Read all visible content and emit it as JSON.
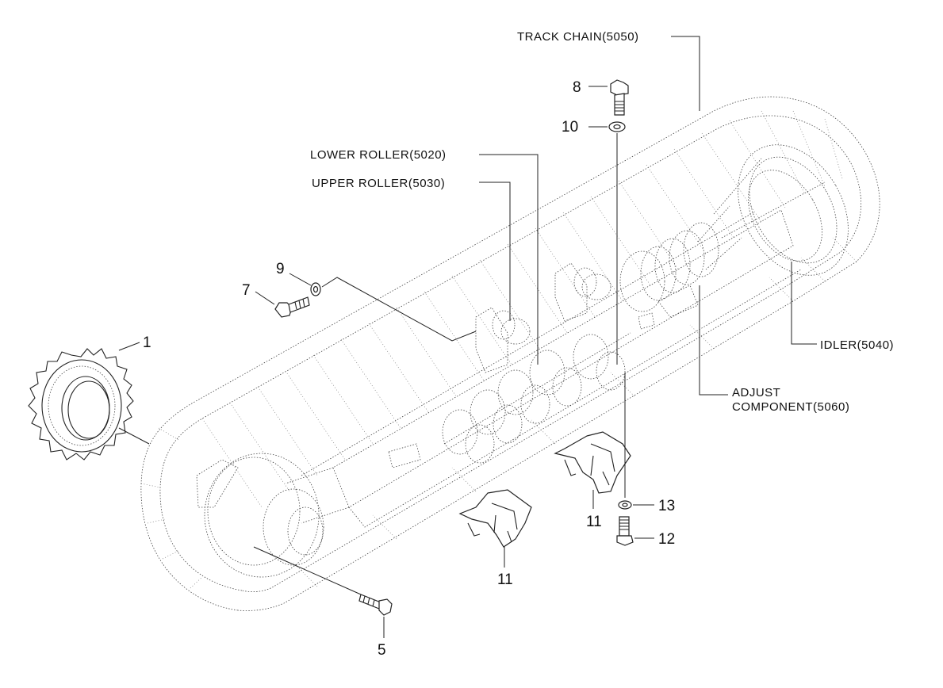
{
  "labels": {
    "track_chain": "TRACK CHAIN(5050)",
    "lower_roller": "LOWER ROLLER(5020)",
    "upper_roller": "UPPER ROLLER(5030)",
    "idler": "IDLER(5040)",
    "adjust_line1": "ADJUST",
    "adjust_line2": "COMPONENT(5060)"
  },
  "callouts": {
    "c1": "1",
    "c5": "5",
    "c7": "7",
    "c8": "8",
    "c9": "9",
    "c10": "10",
    "c11a": "11",
    "c11b": "11",
    "c12": "12",
    "c13": "13"
  }
}
